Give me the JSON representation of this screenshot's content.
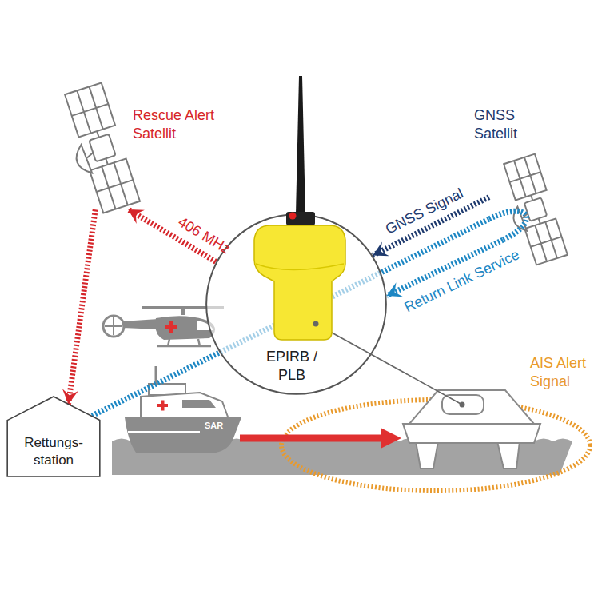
{
  "diagram": {
    "nodes": [
      {
        "text": [
          "Rescue Alert Satellit"
        ]
      },
      {
        "text": [
          "GNSS Satellit"
        ]
      },
      {
        "text": [
          "EPIRB / PLB"
        ]
      },
      {
        "text": [
          "Rettungs- station"
        ]
      }
    ],
    "edges": [
      {
        "from": 2,
        "to": 0,
        "arrow": "to",
        "label": "406 MHz"
      },
      {
        "from": 0,
        "to": 3,
        "arrow": "to"
      },
      {
        "from": 1,
        "to": 2,
        "arrow": "to",
        "label": "GNSS Signal"
      },
      {
        "from": 3,
        "to": 1,
        "arrow": "none"
      },
      {
        "from": 1,
        "to": 2,
        "arrow": "to",
        "label": "Return Link Service"
      }
    ],
    "labels": [
      "AIS Alert Signal",
      "SAR"
    ]
  }
}
